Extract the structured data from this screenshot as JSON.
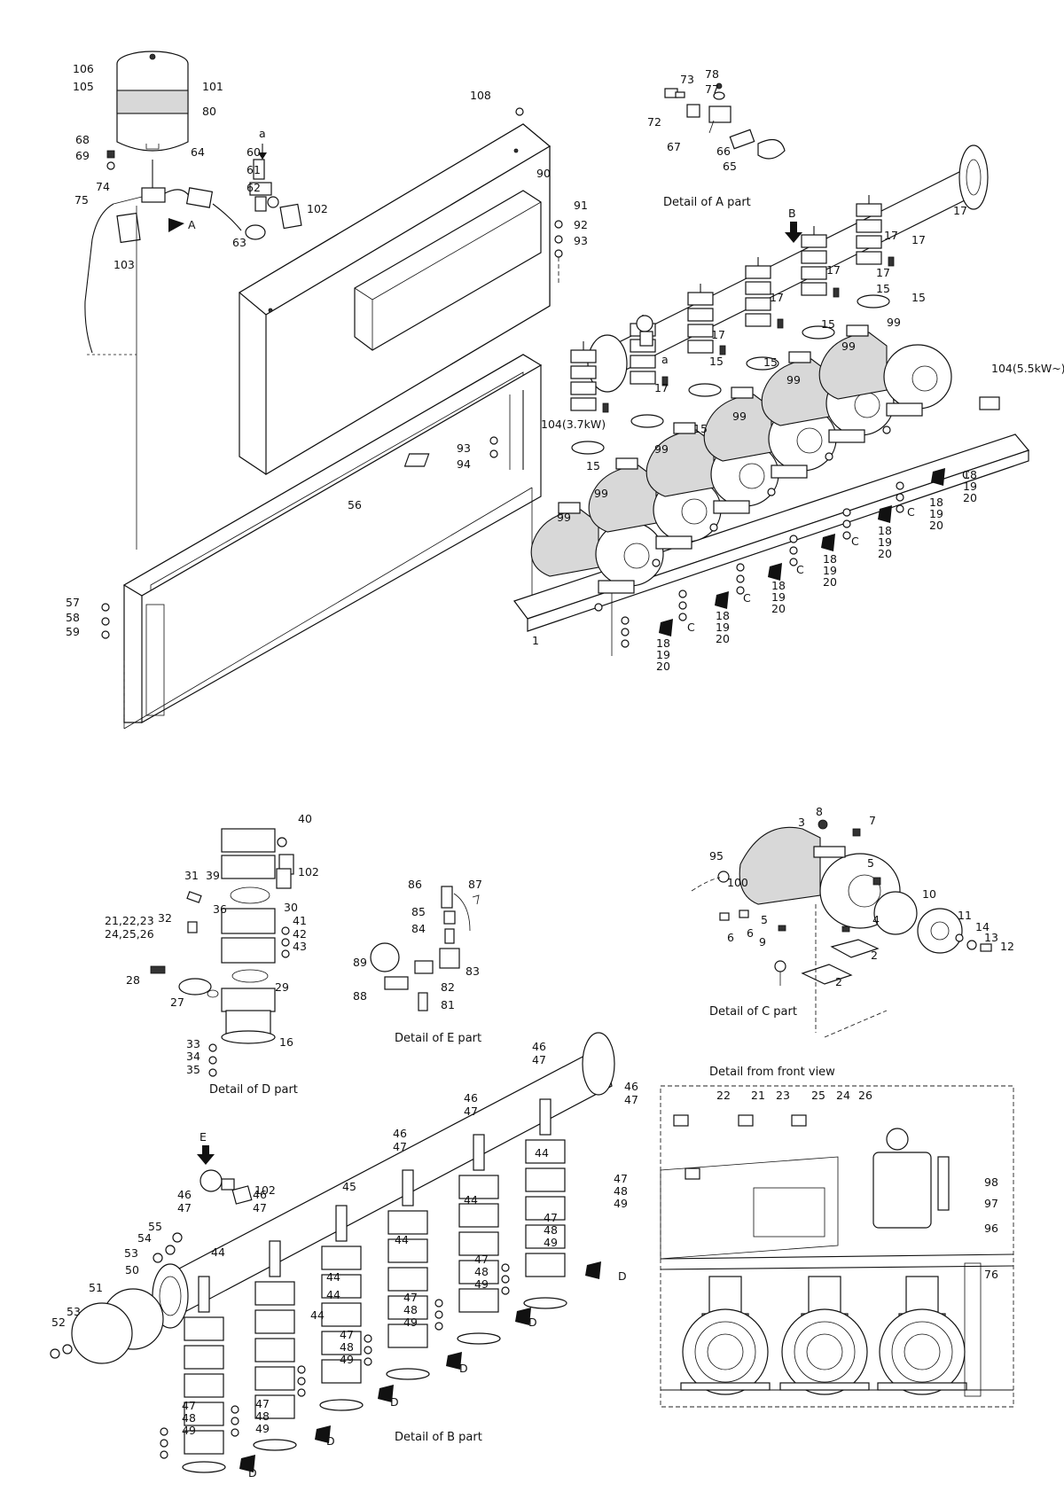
{
  "captions": {
    "detail_a": "Detail of A part",
    "detail_b": "Detail of B part",
    "detail_c": "Detail of C part",
    "detail_d": "Detail of D part",
    "detail_e": "Detail of E part",
    "front_view": "Detail from front view"
  },
  "main_labels": [
    {
      "id": "l106",
      "text": "106"
    },
    {
      "id": "l105",
      "text": "105"
    },
    {
      "id": "l101",
      "text": "101"
    },
    {
      "id": "l80",
      "text": "80"
    },
    {
      "id": "l68",
      "text": "68"
    },
    {
      "id": "l69",
      "text": "69"
    },
    {
      "id": "l64",
      "text": "64"
    },
    {
      "id": "l74",
      "text": "74"
    },
    {
      "id": "l75",
      "text": "75"
    },
    {
      "id": "l103",
      "text": "103"
    },
    {
      "id": "l63",
      "text": "63"
    },
    {
      "id": "l60",
      "text": "60"
    },
    {
      "id": "l61",
      "text": "61"
    },
    {
      "id": "l62",
      "text": "62"
    },
    {
      "id": "l102a",
      "text": "102"
    },
    {
      "id": "la1",
      "text": "a"
    },
    {
      "id": "lA",
      "text": "A"
    },
    {
      "id": "l108",
      "text": "108"
    },
    {
      "id": "l90",
      "text": "90"
    },
    {
      "id": "l91",
      "text": "91"
    },
    {
      "id": "l92",
      "text": "92"
    },
    {
      "id": "l93a",
      "text": "93"
    },
    {
      "id": "l93b",
      "text": "93"
    },
    {
      "id": "l94",
      "text": "94"
    },
    {
      "id": "l56",
      "text": "56"
    },
    {
      "id": "l57",
      "text": "57"
    },
    {
      "id": "l58",
      "text": "58"
    },
    {
      "id": "l59",
      "text": "59"
    },
    {
      "id": "l1",
      "text": "1"
    },
    {
      "id": "lB",
      "text": "B"
    },
    {
      "id": "la2",
      "text": "a"
    },
    {
      "id": "l104a",
      "text": "104(3.7kW)"
    },
    {
      "id": "l104b",
      "text": "104(5.5kW~)"
    }
  ],
  "detail_a_labels": [
    {
      "id": "a73",
      "text": "73"
    },
    {
      "id": "a78",
      "text": "78"
    },
    {
      "id": "a77",
      "text": "77"
    },
    {
      "id": "a72",
      "text": "72"
    },
    {
      "id": "a67",
      "text": "67"
    },
    {
      "id": "a66",
      "text": "66"
    },
    {
      "id": "a65",
      "text": "65"
    }
  ],
  "manifold_labels": {
    "n17": "17",
    "n15": "15",
    "n99": "99",
    "n18": "18",
    "n19": "19",
    "n20": "20",
    "nC": "C"
  },
  "detail_d_labels": [
    {
      "id": "d40",
      "text": "40"
    },
    {
      "id": "d39",
      "text": "39"
    },
    {
      "id": "d102",
      "text": "102"
    },
    {
      "id": "d31",
      "text": "31"
    },
    {
      "id": "d36",
      "text": "36"
    },
    {
      "id": "d30",
      "text": "30"
    },
    {
      "id": "d32",
      "text": "32"
    },
    {
      "id": "d41",
      "text": "41"
    },
    {
      "id": "d42",
      "text": "42"
    },
    {
      "id": "d43",
      "text": "43"
    },
    {
      "id": "d2123",
      "text": "21,22,23"
    },
    {
      "id": "d2426",
      "text": "24,25,26"
    },
    {
      "id": "d28",
      "text": "28"
    },
    {
      "id": "d29",
      "text": "29"
    },
    {
      "id": "d27",
      "text": "27"
    },
    {
      "id": "d33",
      "text": "33"
    },
    {
      "id": "d34",
      "text": "34"
    },
    {
      "id": "d35",
      "text": "35"
    },
    {
      "id": "d16",
      "text": "16"
    }
  ],
  "detail_e_labels": [
    {
      "id": "e86",
      "text": "86"
    },
    {
      "id": "e87",
      "text": "87"
    },
    {
      "id": "e85",
      "text": "85"
    },
    {
      "id": "e84",
      "text": "84"
    },
    {
      "id": "e89",
      "text": "89"
    },
    {
      "id": "e83",
      "text": "83"
    },
    {
      "id": "e82",
      "text": "82"
    },
    {
      "id": "e88",
      "text": "88"
    },
    {
      "id": "e81",
      "text": "81"
    }
  ],
  "detail_c_labels": [
    {
      "id": "c8",
      "text": "8"
    },
    {
      "id": "c3",
      "text": "3"
    },
    {
      "id": "c7",
      "text": "7"
    },
    {
      "id": "c95",
      "text": "95"
    },
    {
      "id": "c100",
      "text": "100"
    },
    {
      "id": "c5a",
      "text": "5"
    },
    {
      "id": "c5b",
      "text": "5"
    },
    {
      "id": "c10",
      "text": "10"
    },
    {
      "id": "c6a",
      "text": "6"
    },
    {
      "id": "c6b",
      "text": "6"
    },
    {
      "id": "c4",
      "text": "4"
    },
    {
      "id": "c11",
      "text": "11"
    },
    {
      "id": "c14",
      "text": "14"
    },
    {
      "id": "c13",
      "text": "13"
    },
    {
      "id": "c12",
      "text": "12"
    },
    {
      "id": "c9",
      "text": "9"
    },
    {
      "id": "c2a",
      "text": "2"
    },
    {
      "id": "c2b",
      "text": "2"
    }
  ],
  "detail_b_labels": {
    "n46": "46",
    "n47": "47",
    "n48": "48",
    "n49": "49",
    "n44": "44",
    "n45": "45",
    "n50": "50",
    "n51": "51",
    "n52": "52",
    "n53": "53",
    "n54": "54",
    "n55": "55",
    "n102": "102",
    "nE": "E",
    "nD": "D"
  },
  "front_view_labels": [
    {
      "id": "f22",
      "text": "22"
    },
    {
      "id": "f21",
      "text": "21"
    },
    {
      "id": "f23",
      "text": "23"
    },
    {
      "id": "f25",
      "text": "25"
    },
    {
      "id": "f24",
      "text": "24"
    },
    {
      "id": "f26",
      "text": "26"
    },
    {
      "id": "f98",
      "text": "98"
    },
    {
      "id": "f97",
      "text": "97"
    },
    {
      "id": "f96",
      "text": "96"
    },
    {
      "id": "f76",
      "text": "76"
    }
  ]
}
